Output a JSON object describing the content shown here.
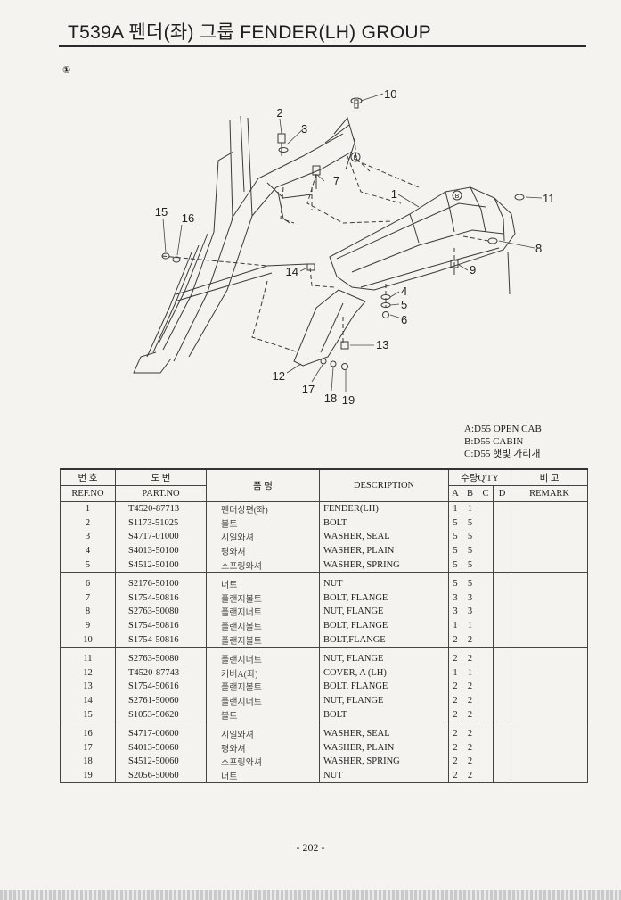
{
  "header": {
    "title": "T539A 펜더(좌) 그룹 FENDER(LH) GROUP"
  },
  "section_mark": "①",
  "diagram": {
    "callouts": [
      "1",
      "2",
      "3",
      "4",
      "5",
      "6",
      "7",
      "8",
      "9",
      "10",
      "11",
      "12",
      "13",
      "14",
      "15",
      "16",
      "17",
      "18",
      "19"
    ],
    "marker_b": "B"
  },
  "legend": [
    "A:D55 OPEN CAB",
    "B:D55 CABIN",
    "C:D55 햇빛 가리개"
  ],
  "table": {
    "headers": {
      "ref_kr": "번 호",
      "ref_en": "REF.NO",
      "part_kr": "도 번",
      "part_en": "PART.NO",
      "name_kr": "품 명",
      "desc": "DESCRIPTION",
      "qty": "수량Q'TY",
      "qa": "A",
      "qb": "B",
      "qc": "C",
      "qd": "D",
      "remark_kr": "비 고",
      "remark_en": "REMARK"
    },
    "rows": [
      {
        "ref": "1",
        "part": "T4520-87713",
        "kr": "펜더상편(좌)",
        "desc": "FENDER(LH)",
        "a": "1",
        "b": "1"
      },
      {
        "ref": "2",
        "part": "S1173-51025",
        "kr": "볼트",
        "desc": "BOLT",
        "a": "5",
        "b": "5"
      },
      {
        "ref": "3",
        "part": "S4717-01000",
        "kr": "시일와셔",
        "desc": "WASHER, SEAL",
        "a": "5",
        "b": "5"
      },
      {
        "ref": "4",
        "part": "S4013-50100",
        "kr": "평와셔",
        "desc": "WASHER, PLAIN",
        "a": "5",
        "b": "5"
      },
      {
        "ref": "5",
        "part": "S4512-50100",
        "kr": "스프링와셔",
        "desc": "WASHER, SPRING",
        "a": "5",
        "b": "5"
      },
      {
        "ref": "6",
        "part": "S2176-50100",
        "kr": "너트",
        "desc": "NUT",
        "a": "5",
        "b": "5"
      },
      {
        "ref": "7",
        "part": "S1754-50816",
        "kr": "플랜지볼트",
        "desc": "BOLT, FLANGE",
        "a": "3",
        "b": "3"
      },
      {
        "ref": "8",
        "part": "S2763-50080",
        "kr": "플랜지너트",
        "desc": "NUT, FLANGE",
        "a": "3",
        "b": "3"
      },
      {
        "ref": "9",
        "part": "S1754-50816",
        "kr": "플랜지볼트",
        "desc": "BOLT, FLANGE",
        "a": "1",
        "b": "1"
      },
      {
        "ref": "10",
        "part": "S1754-50816",
        "kr": "플랜지볼트",
        "desc": "BOLT,FLANGE",
        "a": "2",
        "b": "2"
      },
      {
        "ref": "11",
        "part": "S2763-50080",
        "kr": "플랜지너트",
        "desc": "NUT, FLANGE",
        "a": "2",
        "b": "2"
      },
      {
        "ref": "12",
        "part": "T4520-87743",
        "kr": "커버A(좌)",
        "desc": "COVER, A (LH)",
        "a": "1",
        "b": "1"
      },
      {
        "ref": "13",
        "part": "S1754-50616",
        "kr": "플랜지볼트",
        "desc": "BOLT, FLANGE",
        "a": "2",
        "b": "2"
      },
      {
        "ref": "14",
        "part": "S2761-50060",
        "kr": "플랜지너트",
        "desc": "NUT, FLANGE",
        "a": "2",
        "b": "2"
      },
      {
        "ref": "15",
        "part": "S1053-50620",
        "kr": "볼트",
        "desc": "BOLT",
        "a": "2",
        "b": "2"
      },
      {
        "ref": "16",
        "part": "S4717-00600",
        "kr": "시일와셔",
        "desc": "WASHER, SEAL",
        "a": "2",
        "b": "2"
      },
      {
        "ref": "17",
        "part": "S4013-50060",
        "kr": "평와셔",
        "desc": "WASHER, PLAIN",
        "a": "2",
        "b": "2"
      },
      {
        "ref": "18",
        "part": "S4512-50060",
        "kr": "스프링와셔",
        "desc": "WASHER, SPRING",
        "a": "2",
        "b": "2"
      },
      {
        "ref": "19",
        "part": "S2056-50060",
        "kr": "너트",
        "desc": "NUT",
        "a": "2",
        "b": "2"
      }
    ]
  },
  "footer": {
    "page_number": "- 202 -"
  }
}
